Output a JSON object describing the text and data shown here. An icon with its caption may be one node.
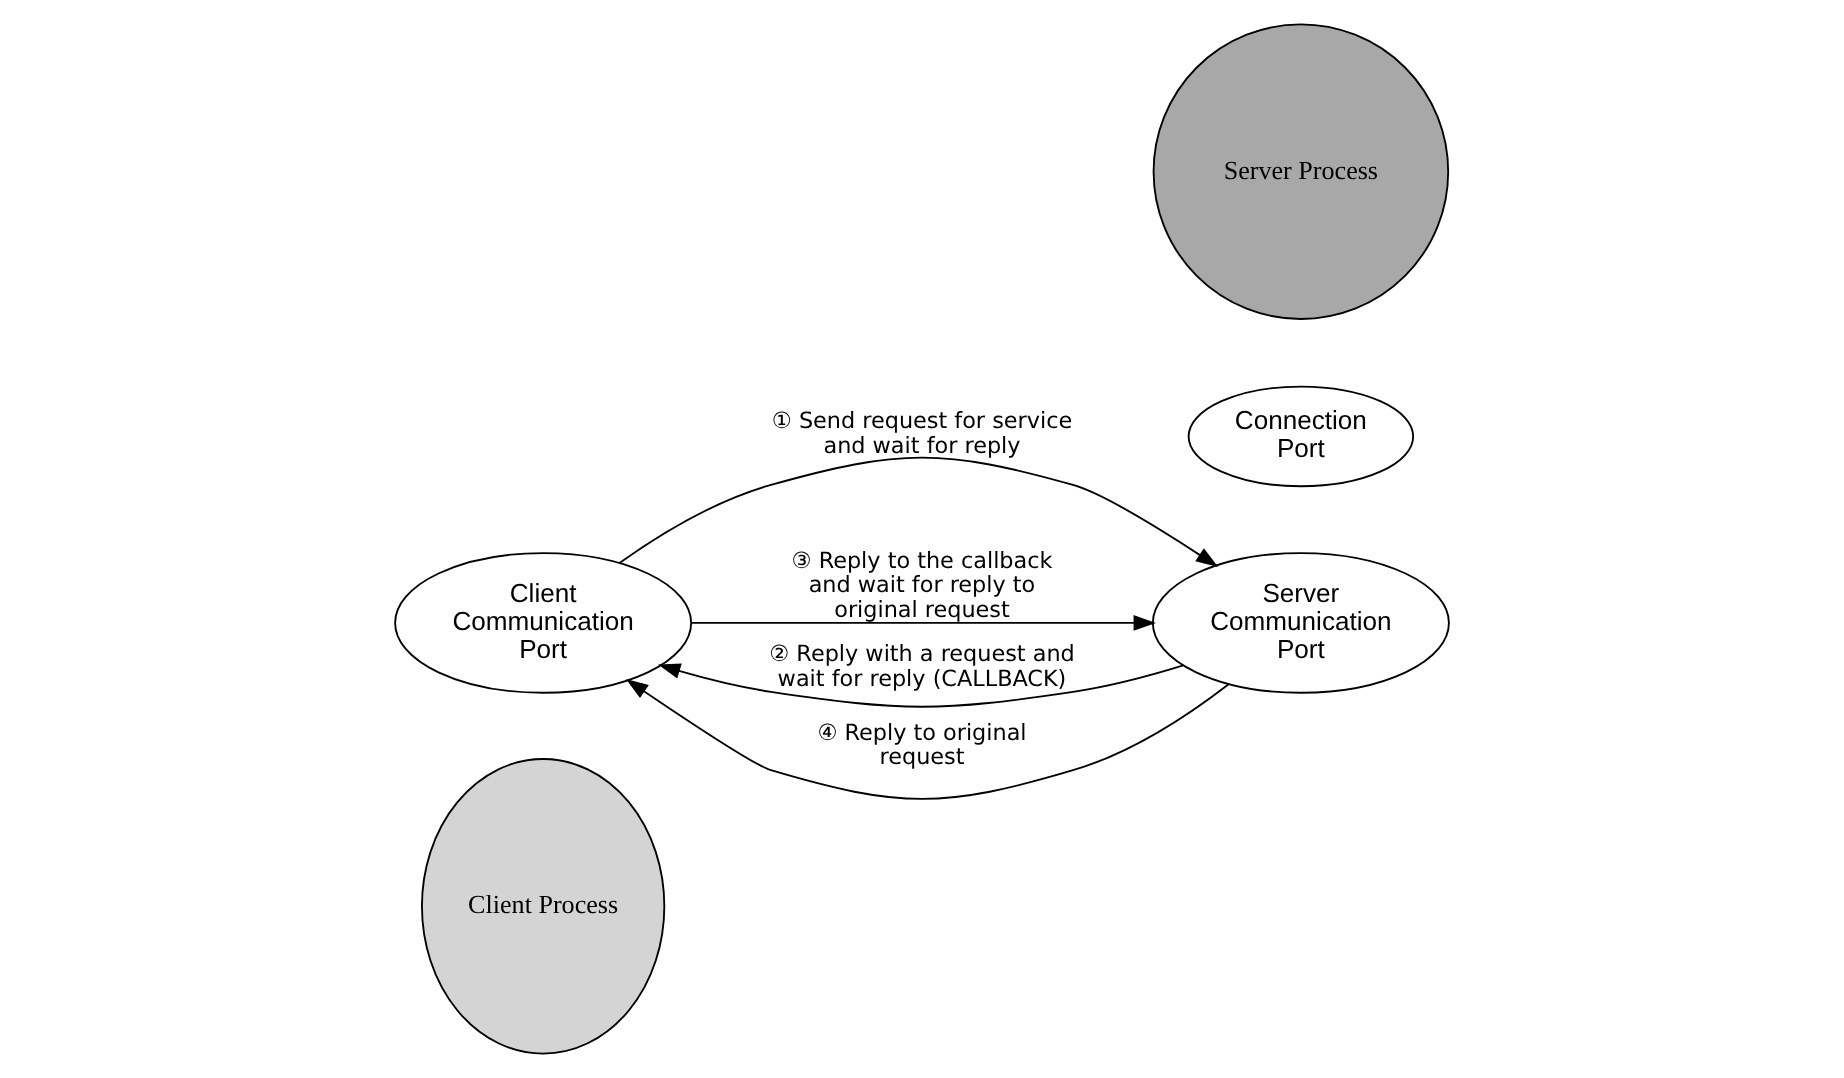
{
  "diagram": {
    "nodes": [
      {
        "text": [
          "Client Process"
        ]
      },
      {
        "text": [
          "Client Communication Port"
        ]
      },
      {
        "text": [
          "Connection Port"
        ]
      },
      {
        "text": [
          "Server Process"
        ]
      },
      {
        "text": [
          "Server Communication Port"
        ]
      }
    ],
    "edges": [
      {
        "from": 1,
        "to": 4,
        "arrow": "to",
        "label": "① Send request for service and wait for reply"
      },
      {
        "from": 4,
        "to": 1,
        "arrow": "to",
        "label": "② Reply with a request and wait for reply (CALLBACK)"
      },
      {
        "from": 1,
        "to": 4,
        "arrow": "to",
        "label": "③ Reply to the callback and wait for reply to original request"
      },
      {
        "from": 4,
        "to": 1,
        "arrow": "to",
        "label": "④ Reply to original request"
      }
    ]
  }
}
